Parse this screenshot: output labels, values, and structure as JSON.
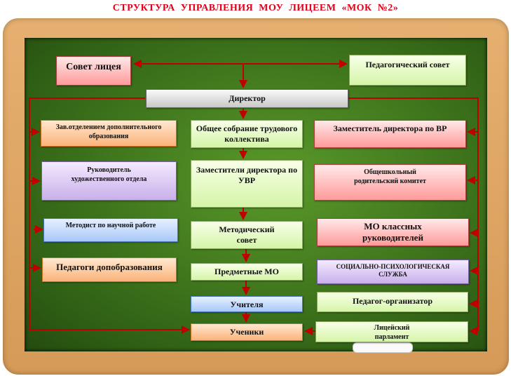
{
  "title": "СТРУКТУРА  УПРАВЛЕНИЯ  МОУ  ЛИЦЕЕМ  «МОК  №2»",
  "boxes": {
    "council": "Совет лицея",
    "ped_council": "Педагогический совет",
    "director": "Директор",
    "head_addl": "Зав.отделением дополнительного образования",
    "general_meeting": "Общее собрание трудового коллектива",
    "deputy_vr": "Заместитель директора по ВР",
    "art_head": "Руководитель художественного отдела",
    "deputy_uvr": "Заместители директора по УВР",
    "parent_committee": "Общешкольный родительский комитет",
    "methodist": "Методист по научной работе",
    "method_council": "Методический совет",
    "mo_class": "МО классных руководителей",
    "addl_teachers": "Педагоги допобразования",
    "subject_mo": "Предметные МО",
    "social_service": "СОЦИАЛЬНО-ПСИХОЛОГИЧЕСКАЯ СЛУЖБА",
    "teachers": "Учителя",
    "organizer": "Педагог-организатор",
    "students": "Ученики",
    "parliament": "Лицейский парламент"
  },
  "colors": {
    "line": "#c00000"
  }
}
